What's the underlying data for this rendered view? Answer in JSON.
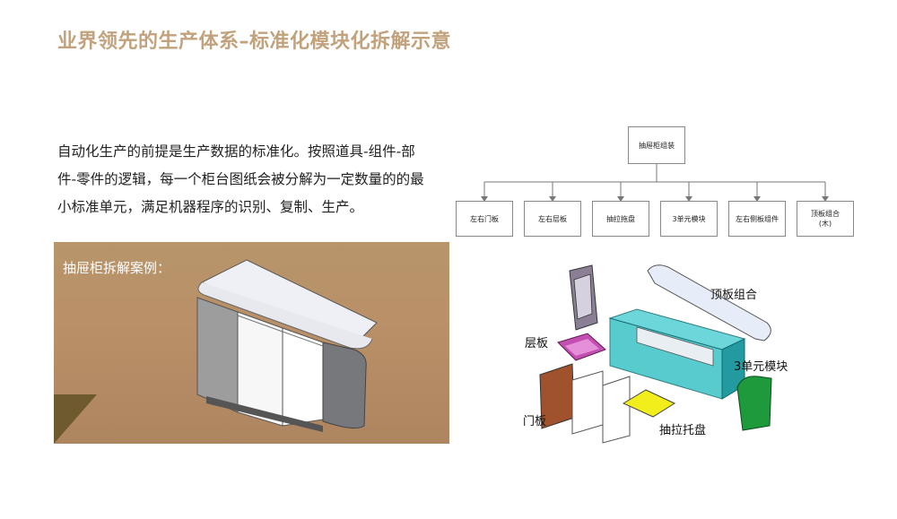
{
  "title": "业界领先的生产体系–标准化模块化拆解示意",
  "intro": {
    "line1": "自动化生产的前提是生产数据的标准化。按照道具-组件-部",
    "line2": "件-零件的逻辑，每一个柜台图纸会被分解为一定数量的的最",
    "line3": "小标准单元，满足机器程序的识别、复制、生产。"
  },
  "case_label": "抽屉柜拆解案例：",
  "tree": {
    "root": "抽屉柜组装",
    "children": [
      "左右门板",
      "左右层板",
      "抽拉拖盘",
      "3单元模块",
      "左右侧板组件"
    ],
    "last_child_line1": "顶板组合",
    "last_child_line2": "(木)"
  },
  "callouts": {
    "top_board": "顶板组合",
    "shelf": "层板",
    "unit_module": "3单元模块",
    "door_panel": "门板",
    "drawer_tray": "抽拉托盘"
  },
  "colors": {
    "title": "#c2a27d",
    "panel": "#b8956b",
    "fold": "#6e5a2e",
    "module_teal": "#1fa3a8",
    "tray_yellow": "#f2ee1c",
    "shelf_pink": "#c44fb3",
    "door_brown": "#a0522d",
    "side_green": "#1e9a3c"
  }
}
